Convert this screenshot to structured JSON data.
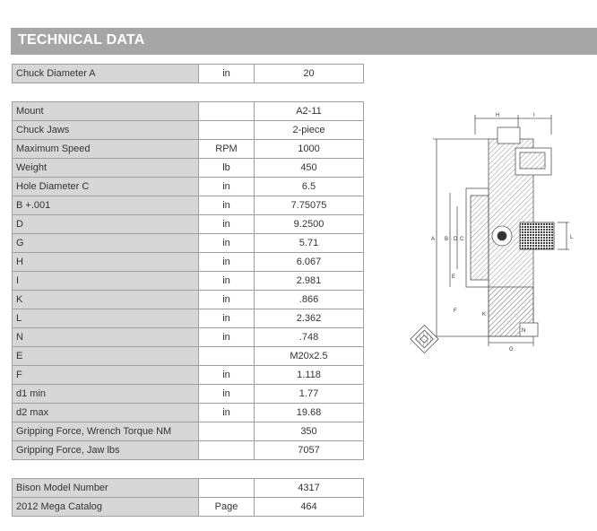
{
  "header": {
    "title": "TECHNICAL DATA"
  },
  "table_a": [
    {
      "label": "Chuck Diameter A",
      "unit": "in",
      "value": "20"
    }
  ],
  "table_b": [
    {
      "label": "Mount",
      "unit": "",
      "value": "A2-11"
    },
    {
      "label": "Chuck Jaws",
      "unit": "",
      "value": "2-piece"
    },
    {
      "label": "Maximum Speed",
      "unit": "RPM",
      "value": "1000"
    },
    {
      "label": "Weight",
      "unit": "lb",
      "value": "450"
    },
    {
      "label": "Hole Diameter C",
      "unit": "in",
      "value": "6.5"
    },
    {
      "label": "B +.001",
      "unit": "in",
      "value": "7.75075"
    },
    {
      "label": "D",
      "unit": "in",
      "value": "9.2500"
    },
    {
      "label": "G",
      "unit": "in",
      "value": "5.71"
    },
    {
      "label": "H",
      "unit": "in",
      "value": "6.067"
    },
    {
      "label": "I",
      "unit": "in",
      "value": "2.981"
    },
    {
      "label": "K",
      "unit": "in",
      "value": ".866"
    },
    {
      "label": "L",
      "unit": "in",
      "value": "2.362"
    },
    {
      "label": "N",
      "unit": "in",
      "value": ".748"
    },
    {
      "label": "E",
      "unit": "",
      "value": "M20x2.5"
    },
    {
      "label": "F",
      "unit": "in",
      "value": "1.118"
    },
    {
      "label": "d1 min",
      "unit": "in",
      "value": "1.77"
    },
    {
      "label": "d2 max",
      "unit": "in",
      "value": "19.68"
    },
    {
      "label": "Gripping Force, Wrench Torque NM",
      "unit": "",
      "value": "350"
    },
    {
      "label": "Gripping Force, Jaw lbs",
      "unit": "",
      "value": "7057"
    }
  ],
  "table_c": [
    {
      "label": "Bison Model Number",
      "unit": "",
      "value": "4317"
    },
    {
      "label": "2012 Mega Catalog",
      "unit": "Page",
      "value": "464"
    }
  ],
  "drawing": {
    "labels": {
      "h": "H",
      "i": "I",
      "a": "A",
      "b": "B",
      "d": "D",
      "c": "C",
      "l": "L",
      "e": "E",
      "f": "F",
      "g": "G",
      "k": "K",
      "n": "N"
    }
  }
}
